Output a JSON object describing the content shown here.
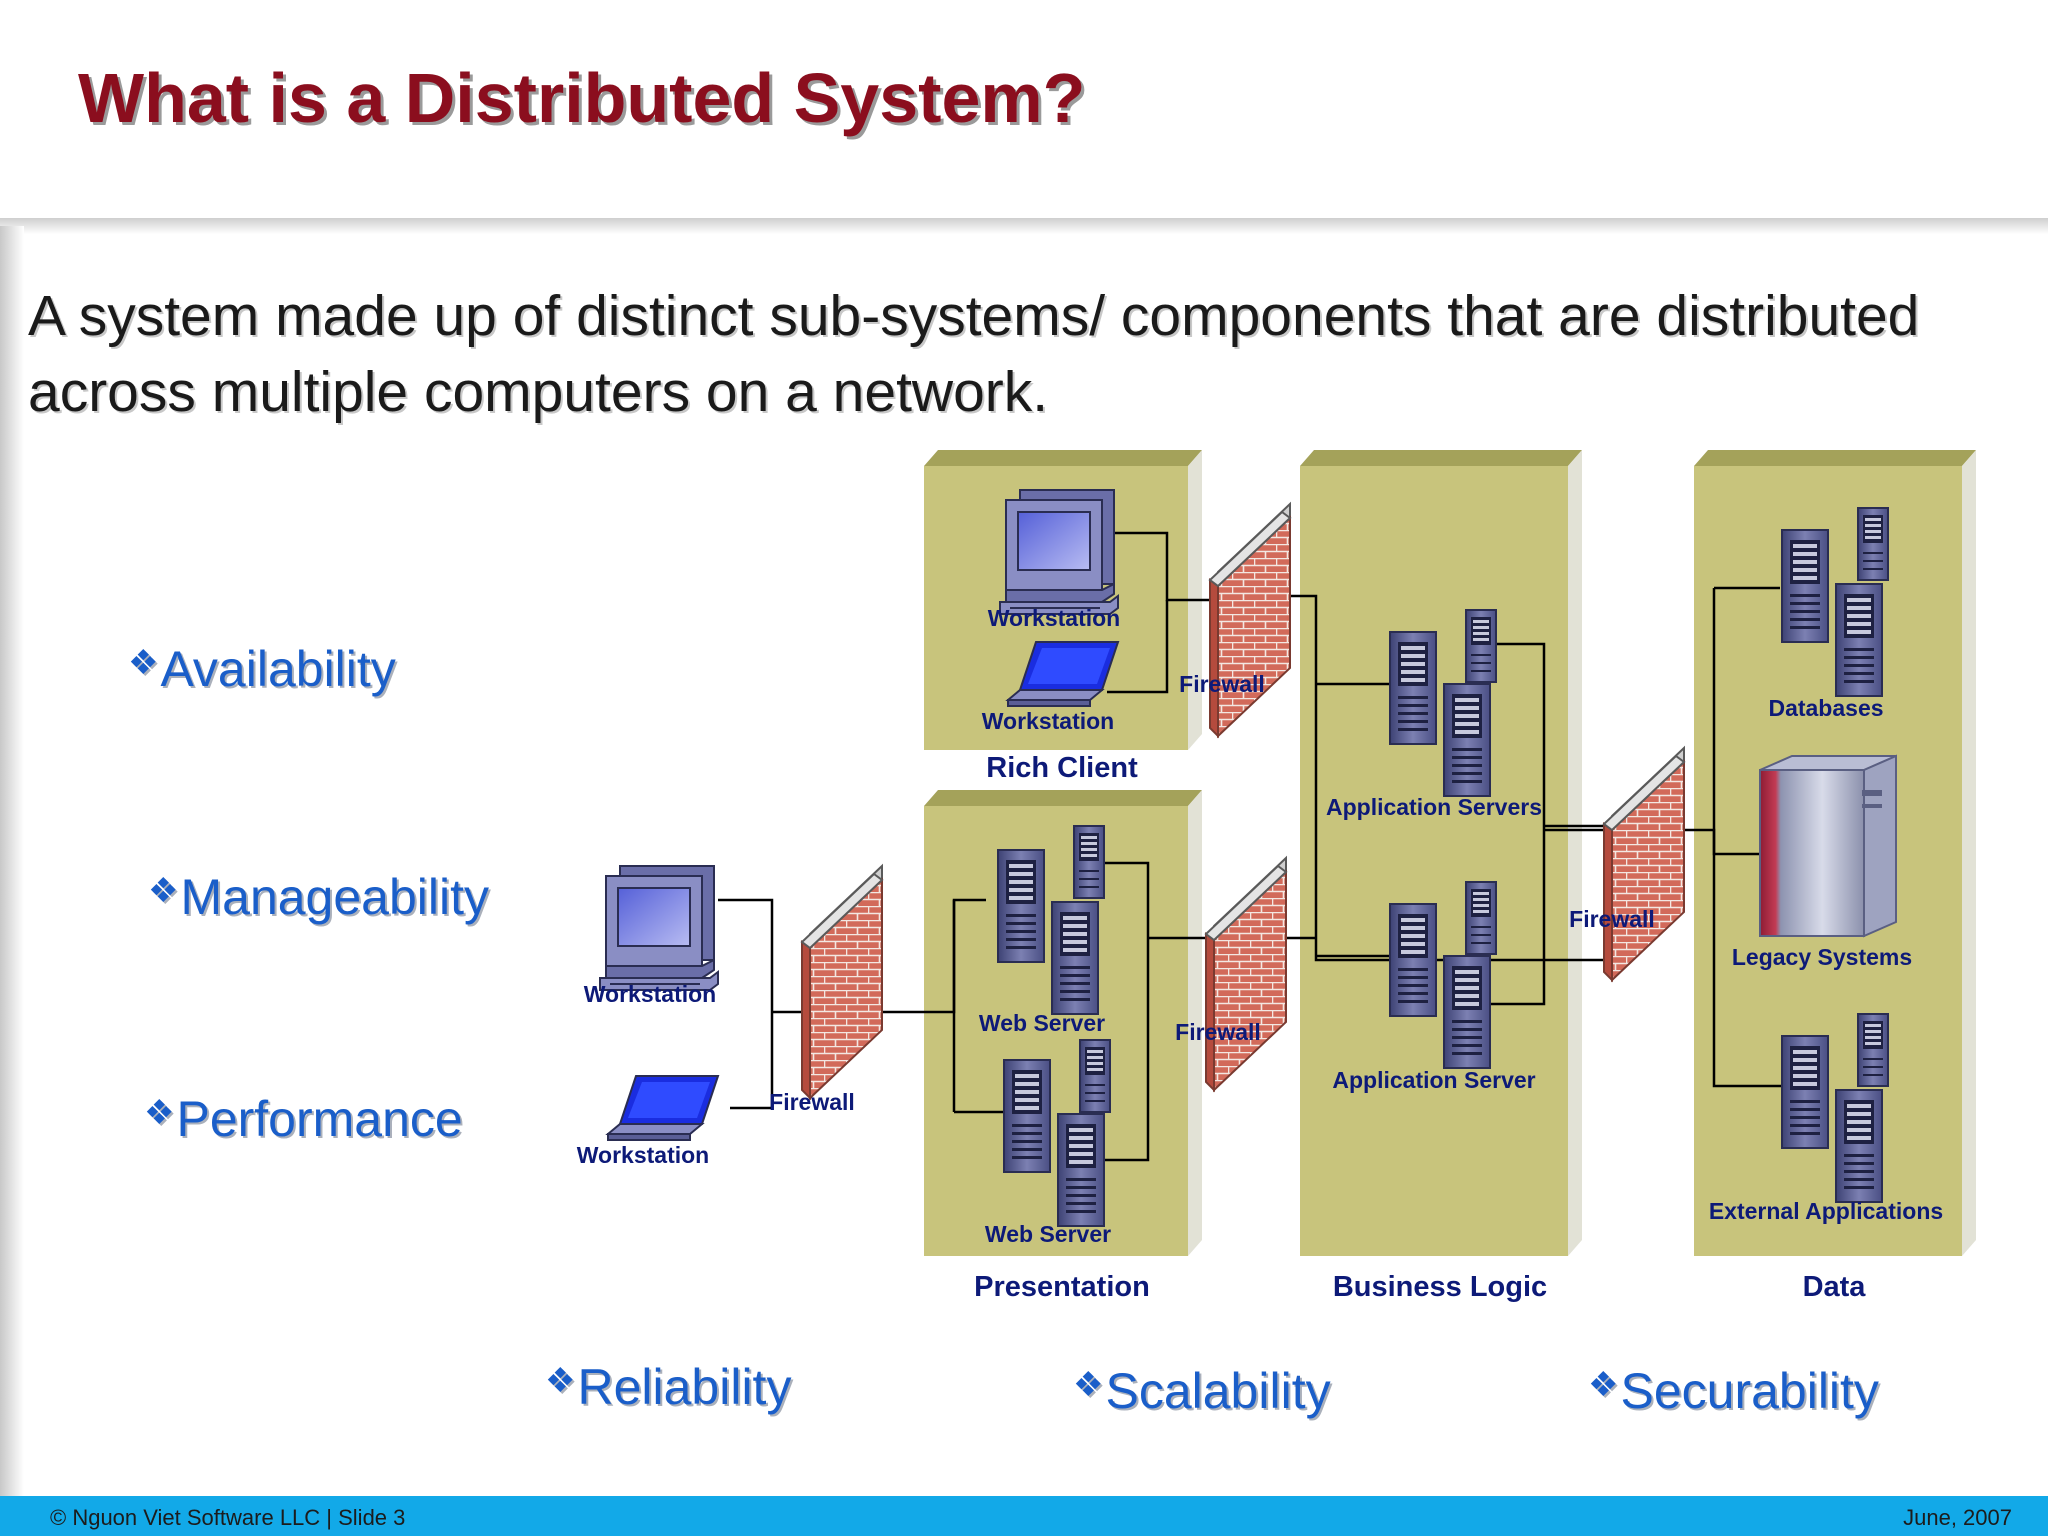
{
  "slide": {
    "title": "What is a Distributed System?",
    "definition": "A system made up of distinct sub-systems/ components that are distributed across multiple computers on a network."
  },
  "qualities": [
    {
      "label": "Availability"
    },
    {
      "label": "Manageability"
    },
    {
      "label": "Performance"
    },
    {
      "label": "Reliability"
    },
    {
      "label": "Scalability"
    },
    {
      "label": "Securability"
    }
  ],
  "diagram": {
    "tiers": {
      "rich_client": "Rich Client",
      "presentation": "Presentation",
      "business_logic": "Business Logic",
      "data": "Data"
    },
    "labels": {
      "workstation": "Workstation",
      "firewall": "Firewall",
      "web_server": "Web Server",
      "application_servers": "Application Servers",
      "application_server": "Application Server",
      "databases": "Databases",
      "legacy_systems": "Legacy Systems",
      "external_applications": "External Applications"
    },
    "colors": {
      "panel": "#c8c47c",
      "label_text": "#0d1a78",
      "line": "#000000",
      "brick": "#d26a5a"
    }
  },
  "footer": {
    "copyright": "© Nguon Viet Software LLC |    Slide 3",
    "date": "June,  2007"
  }
}
